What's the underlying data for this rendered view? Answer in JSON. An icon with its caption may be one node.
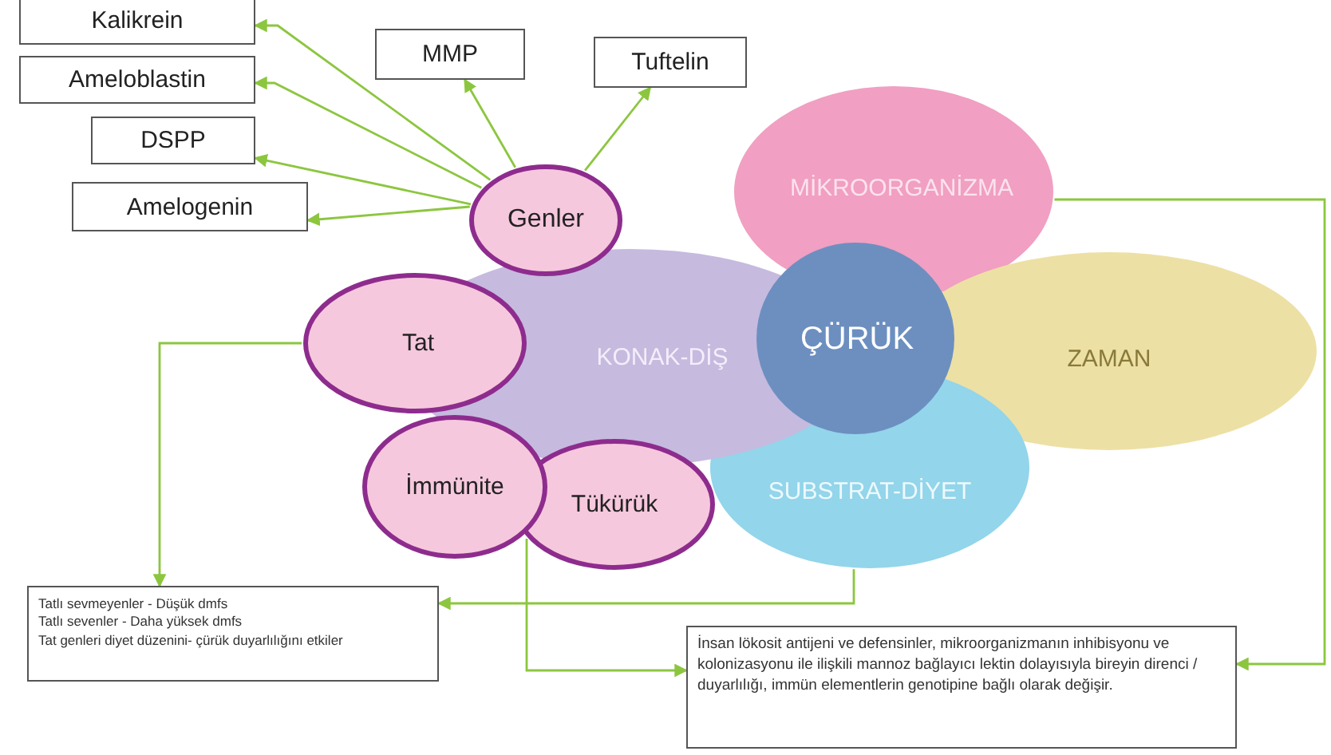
{
  "diagram": {
    "nodes": [
      {
        "text": [
          "Kalikrein"
        ]
      },
      {
        "text": [
          "Ameloblastin"
        ]
      },
      {
        "text": [
          "DSPP"
        ]
      },
      {
        "text": [
          "Amelogenin"
        ]
      },
      {
        "text": [
          "MMP"
        ]
      },
      {
        "text": [
          "Tuftelin"
        ]
      },
      {
        "text": [
          "MİKROORGANİZMA"
        ]
      },
      {
        "text": [
          "KONAK-DİŞ"
        ]
      },
      {
        "text": [
          "ZAMAN"
        ]
      },
      {
        "text": [
          "SUBSTRAT-DİYET"
        ]
      },
      {
        "text": [
          "ÇÜRÜK"
        ]
      },
      {
        "text": [
          "Genler"
        ]
      },
      {
        "text": [
          "Tat"
        ]
      },
      {
        "text": [
          "Tükürük"
        ]
      },
      {
        "text": [
          "İmmünite"
        ]
      },
      {
        "text": [
          "Tatlı sevmeyenler - Düşük dmfs",
          "Tatlı sevenler - Daha yüksek dmfs",
          "Tat genleri diyet düzenini- çürük duyarlılığını etkiler"
        ]
      },
      {
        "text": [
          "İnsan lökosit antijeni ve defensinler, mikroorganizmanın inhibisyonu ve kolonizasyonu ile ilişkili mannoz bağlayıcı lektin dolayısıyla bireyin direnci / duyarlılığı, immün elementlerin genotipine bağlı olarak değişir."
        ]
      }
    ],
    "edges": [
      {
        "from": 11,
        "to": 0,
        "arrow": "to"
      },
      {
        "from": 11,
        "to": 1,
        "arrow": "to"
      },
      {
        "from": 11,
        "to": 2,
        "arrow": "to"
      },
      {
        "from": 11,
        "to": 3,
        "arrow": "to"
      },
      {
        "from": 11,
        "to": 4,
        "arrow": "to"
      },
      {
        "from": 11,
        "to": 5,
        "arrow": "to"
      },
      {
        "from": 12,
        "to": 15,
        "arrow": "to"
      },
      {
        "from": 6,
        "to": 16,
        "arrow": "to"
      },
      {
        "from": 13,
        "to": 16,
        "arrow": "to"
      },
      {
        "from": 9,
        "to": 15,
        "arrow": "to"
      }
    ]
  }
}
